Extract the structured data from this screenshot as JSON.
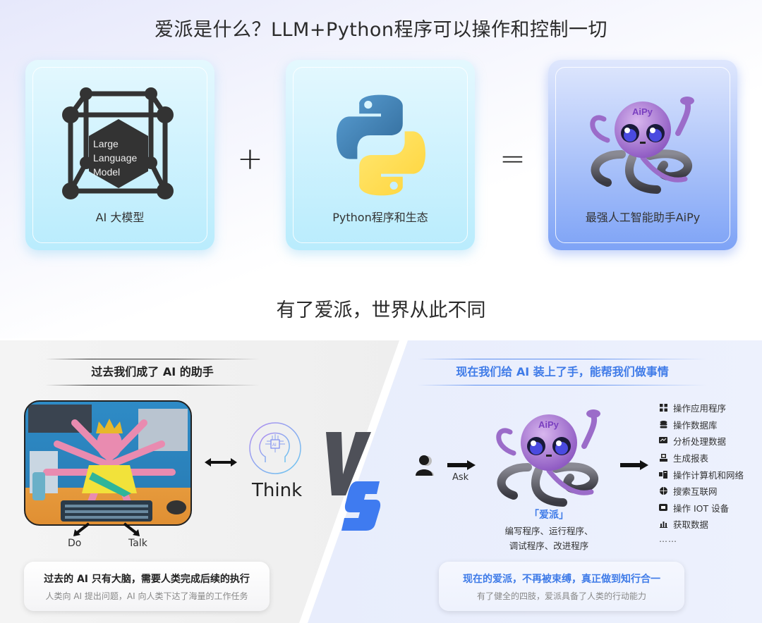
{
  "header": {
    "title": "爱派是什么？LLM+Python程序可以操作和控制一切"
  },
  "equation": {
    "cards": [
      {
        "id": "llm",
        "label": "AI 大模型",
        "icon": "llm-cube-icon",
        "icon_text": [
          "Large",
          "Language",
          "Model"
        ]
      },
      {
        "id": "python",
        "label": "Python程序和生态",
        "icon": "python-logo-icon"
      },
      {
        "id": "aipy",
        "label": "最强人工智能助手AiPy",
        "icon": "aipy-octopus-mascot",
        "mascot_text": "AiPy"
      }
    ],
    "plus": "+",
    "equals": "="
  },
  "subtitle": "有了爱派，世界从此不同",
  "left_section": {
    "heading": "过去我们成了 AI 的助手",
    "image": "multi-armed-goddess-illustration",
    "do_label": "Do",
    "talk_label": "Talk",
    "think_label": "Think",
    "think_icon_text": "AI",
    "footer": {
      "main": "过去的 AI 只有大脑，需要人类完成后续的执行",
      "sub": "人类向 AI 提出问题，AI 向人类下达了海量的工作任务"
    }
  },
  "vs": {
    "v": "V",
    "s": "S",
    "colors": {
      "v": "#4e5058",
      "s": "#3f7bf0"
    }
  },
  "right_section": {
    "heading": "现在我们给 AI 装上了手，能帮我们做事情",
    "ask_label": "Ask",
    "mascot_text": "AiPy",
    "name": "「爱派」",
    "desc_line1": "编写程序、运行程序、",
    "desc_line2": "调试程序、改进程序",
    "capabilities": [
      {
        "icon": "apps-grid-icon",
        "label": "操作应用程序"
      },
      {
        "icon": "database-icon",
        "label": "操作数据库"
      },
      {
        "icon": "chart-monitor-icon",
        "label": "分析处理数据"
      },
      {
        "icon": "report-icon",
        "label": "生成报表"
      },
      {
        "icon": "computer-network-icon",
        "label": "操作计算机和网络"
      },
      {
        "icon": "globe-icon",
        "label": "搜索互联网"
      },
      {
        "icon": "iot-device-icon",
        "label": "操作 IOT 设备"
      },
      {
        "icon": "bar-chart-icon",
        "label": "获取数据"
      }
    ],
    "more": "……",
    "footer": {
      "main": "现在的爱派，不再被束缚，真正做到知行合一",
      "sub": "有了健全的四肢，爱派具备了人类的行动能力"
    }
  },
  "colors": {
    "accent_blue": "#3f7be8",
    "text_dark": "#222222",
    "card_cyan": "#b9ecfd",
    "card_blue": "#7ea3f6"
  }
}
